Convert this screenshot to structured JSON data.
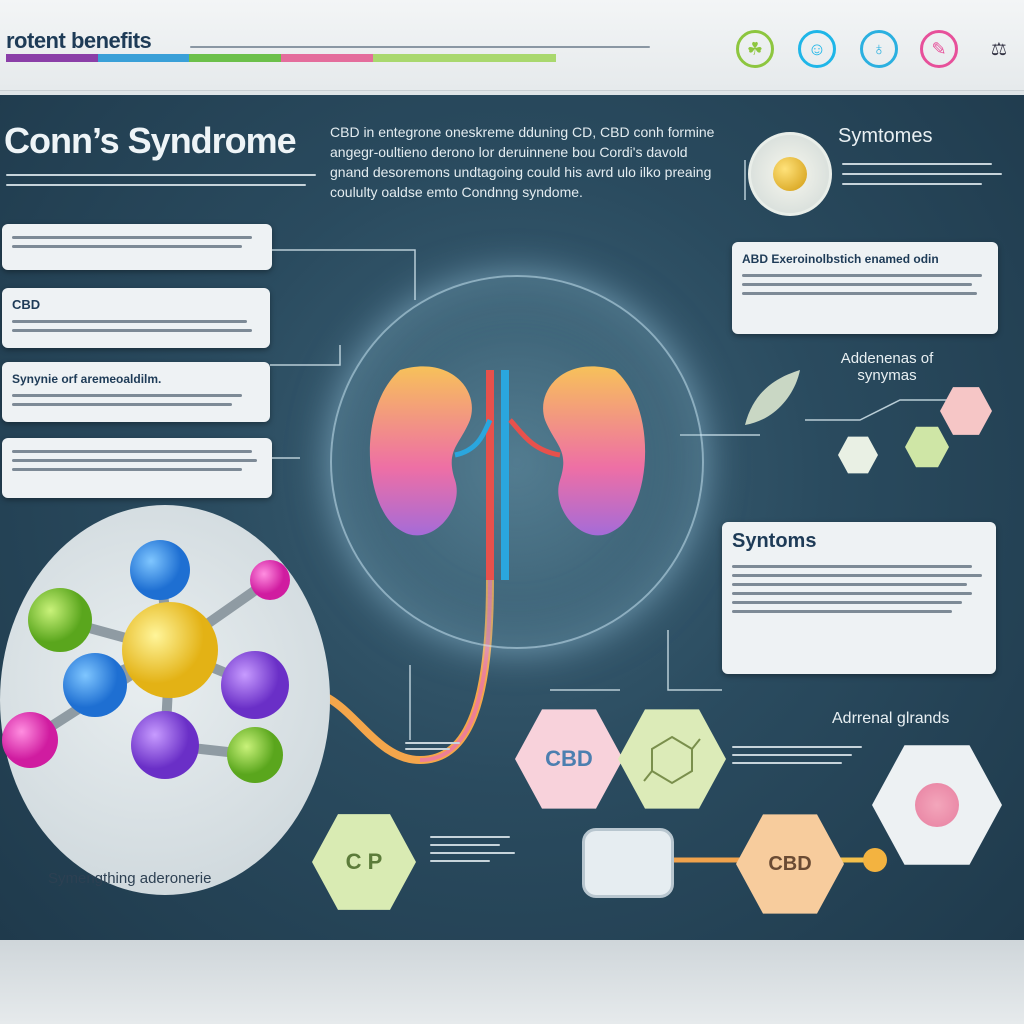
{
  "header": {
    "title": "rotent benefits",
    "icons": [
      "leaf-icon",
      "face-icon",
      "gene-icon",
      "ribbon-icon",
      "scale-icon"
    ],
    "icon_colors": [
      "#8dc63f",
      "#1fb6e8",
      "#2bb0e0",
      "#e7509a",
      "#334"
    ]
  },
  "main": {
    "title": "Conn’s Syndrome",
    "intro_right": "CBD in entegrone oneskreme dduning CD, CBD conh formine angegr-oultieno derono lor deruinnene bou Cordi's davold gnand desoremons undtagoing could his avrd ulo ilko preaing coululty oaldse emto Condnng syndome."
  },
  "left_cards": [
    {
      "title": ""
    },
    {
      "title": "CBD"
    },
    {
      "title": "Synynie orf aremeoaldilm."
    },
    {
      "title": ""
    }
  ],
  "right": {
    "symptoms_title": "Symtomes",
    "abd_title": "ABD Exeroinolbstich enamed odin",
    "addenenas_label": "Addenenas of synymas",
    "syntoms_title": "Syntoms",
    "adrenal_label": "Adrrenal glrands"
  },
  "hexes": {
    "cbd_pink": "CBD",
    "cbd_green": "C P",
    "cbd_orange": "CBD"
  },
  "labels": {
    "bottom_left": "Symengthing aderonerie"
  }
}
